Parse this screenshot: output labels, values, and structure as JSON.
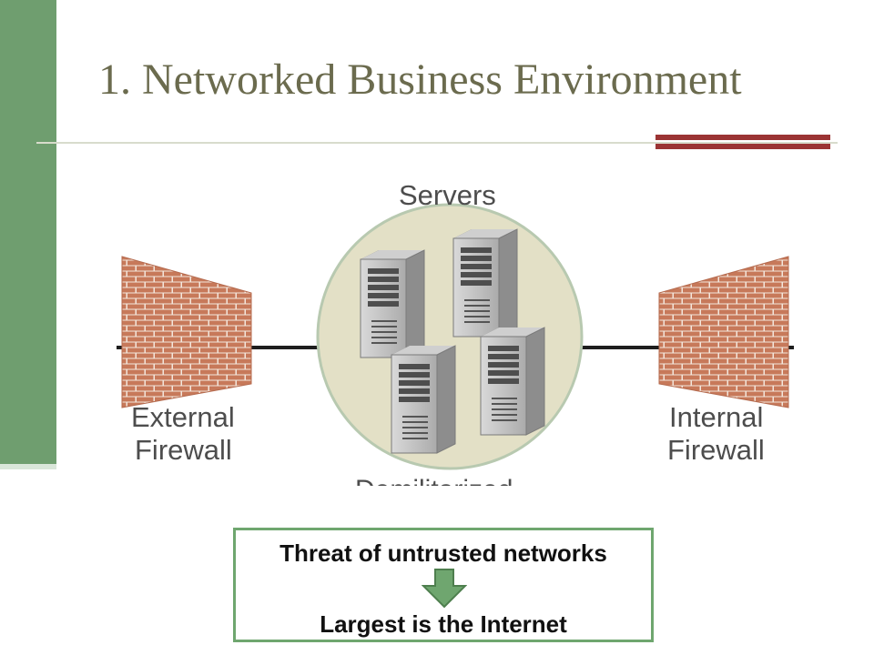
{
  "slide": {
    "title": "1. Networked Business Environment"
  },
  "diagram": {
    "servers_label": "Servers",
    "external_firewall_label_line1": "External",
    "external_firewall_label_line2": "Firewall",
    "internal_firewall_label_line1": "Internal",
    "internal_firewall_label_line2": "Firewall",
    "clipped_label": "Demilitarized"
  },
  "callout": {
    "line1": "Threat of untrusted networks",
    "line2": "Largest is the Internet"
  },
  "colors": {
    "sidebar": "#6f9e6f",
    "accent": "#9b3434",
    "title": "#6b6b4e",
    "brick": "#c7795a",
    "mortar": "#f3e6dc",
    "zone_fill": "#e3e0c6",
    "zone_stroke": "#b8c9b0",
    "arrow": "#6fa66f"
  }
}
